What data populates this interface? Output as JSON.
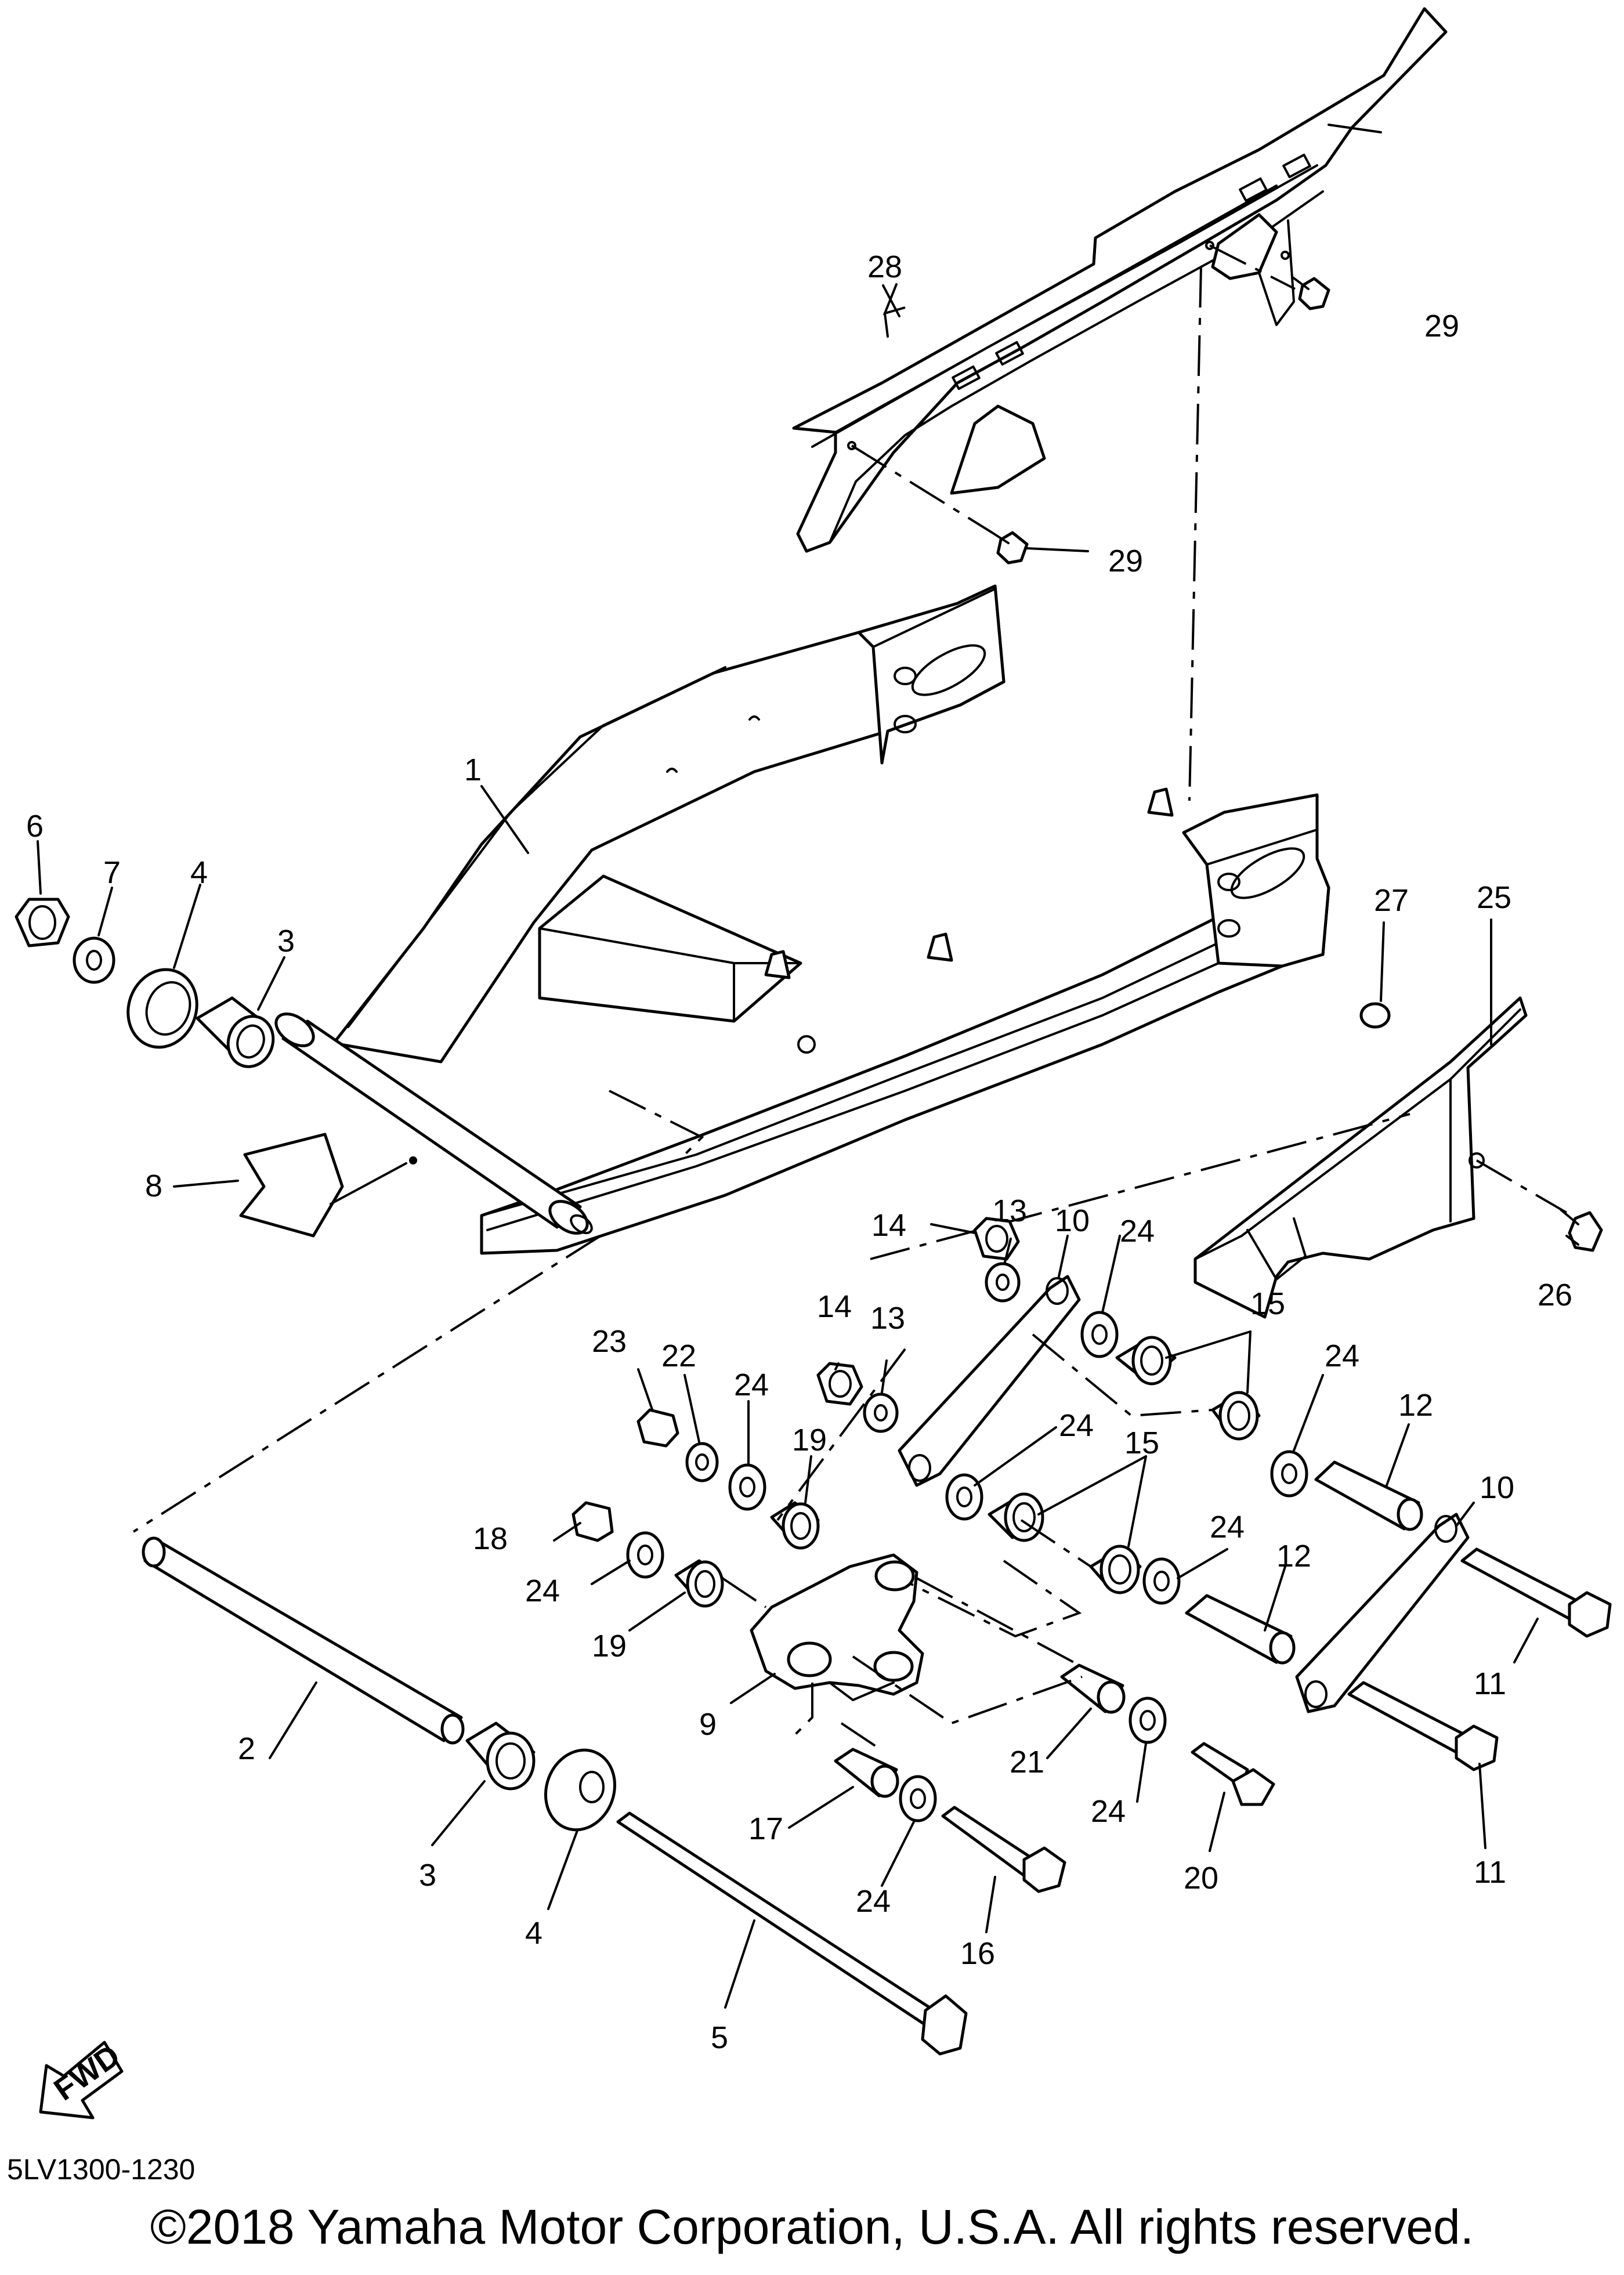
{
  "diagram": {
    "code": "5LV1300-1230",
    "copyright": "©2018 Yamaha Motor Corporation, U.S.A. All rights reserved.",
    "fwd_badge": "FWD",
    "callouts": [
      "1",
      "2",
      "3",
      "3",
      "4",
      "4",
      "5",
      "6",
      "7",
      "8",
      "9",
      "10",
      "10",
      "11",
      "11",
      "12",
      "12",
      "13",
      "13",
      "14",
      "14",
      "15",
      "15",
      "16",
      "17",
      "18",
      "19",
      "19",
      "20",
      "21",
      "22",
      "23",
      "24",
      "24",
      "24",
      "24",
      "24",
      "24",
      "24",
      "24",
      "25",
      "26",
      "27",
      "28",
      "29",
      "29"
    ]
  },
  "icons": {
    "fwd": "fwd-arrow-icon"
  }
}
